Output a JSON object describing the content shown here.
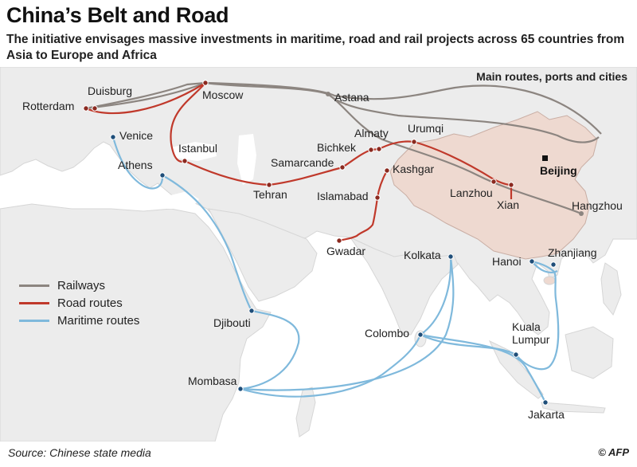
{
  "title": "China’s Belt and Road",
  "subtitle": "The initiative envisages massive investments in maritime, road and rail projects across 65 countries from Asia to Europe and Africa",
  "map_label": "Main routes, ports and cities",
  "legend": [
    {
      "label": "Railways",
      "color": "#8c8580"
    },
    {
      "label": "Road routes",
      "color": "#c0392b"
    },
    {
      "label": "Maritime routes",
      "color": "#7fb9dc"
    }
  ],
  "colors": {
    "land": "#ececec",
    "sea": "#ffffff",
    "china": "#eed9d0",
    "railway": "#8c8580",
    "road": "#c0392b",
    "maritime": "#7fb9dc"
  },
  "cities": {
    "rotterdam": "Rotterdam",
    "duisburg": "Duisburg",
    "moscow": "Moscow",
    "astana": "Astana",
    "venice": "Venice",
    "istanbul": "Istanbul",
    "athens": "Athens",
    "almaty": "Almaty",
    "urumqi": "Urumqi",
    "bichkek": "Bichkek",
    "samarcande": "Samarcande",
    "kashgar": "Kashgar",
    "tehran": "Tehran",
    "islamabad": "Islamabad",
    "lanzhou": "Lanzhou",
    "xian": "Xian",
    "beijing": "Beijing",
    "hangzhou": "Hangzhou",
    "gwadar": "Gwadar",
    "kolkata": "Kolkata",
    "hanoi": "Hanoi",
    "zhanjiang": "Zhanjiang",
    "djibouti": "Djibouti",
    "colombo": "Colombo",
    "kuala_lumpur_1": "Kuala",
    "kuala_lumpur_2": "Lumpur",
    "mombasa": "Mombasa",
    "jakarta": "Jakarta"
  },
  "footer": "Source: Chinese state media",
  "credit": "© AFP"
}
